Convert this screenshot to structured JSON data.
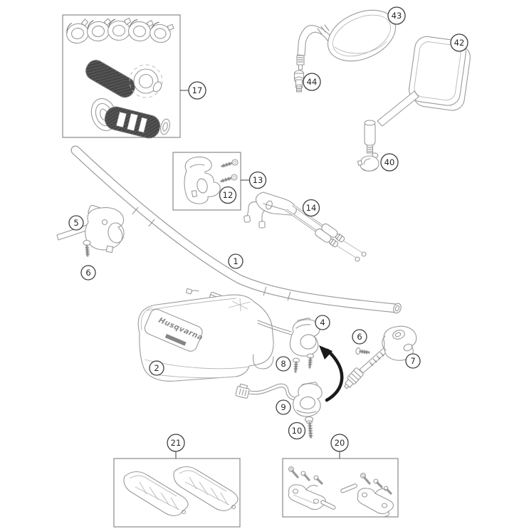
{
  "diagram": {
    "type": "exploded-parts-diagram",
    "subject": "handlebar-and-controls",
    "brand_logo_text": "Husqvarna",
    "colors": {
      "background": "#ffffff",
      "line": "#9a9a9a",
      "dark_line": "#6f6f6f",
      "box_border": "#8a8a8a",
      "callout_border": "#3f3f3f",
      "callout_text": "#262626",
      "grip_fill": "#474747",
      "arrow": "#1a1a1a",
      "logo_gray": "#8a8a8a"
    }
  },
  "callouts": [
    {
      "label": "1",
      "target": "handlebar"
    },
    {
      "label": "2",
      "target": "handlebar-pad"
    },
    {
      "label": "4",
      "target": "handlebar-switch-clamp"
    },
    {
      "label": "5",
      "target": "lever-switch"
    },
    {
      "label": "6",
      "target": "screw-left"
    },
    {
      "label": "6",
      "target": "screw-center"
    },
    {
      "label": "7",
      "target": "combination-switch"
    },
    {
      "label": "8",
      "target": "clamp-screws"
    },
    {
      "label": "9",
      "target": "map-select-switch"
    },
    {
      "label": "10",
      "target": "collar-bolt"
    },
    {
      "label": "12",
      "target": "throttle-housing"
    },
    {
      "label": "13",
      "target": "housing-screws"
    },
    {
      "label": "14",
      "target": "throttle-cable"
    },
    {
      "label": "17",
      "target": "grip-set"
    },
    {
      "label": "20",
      "target": "handguard-mounting-kit"
    },
    {
      "label": "21",
      "target": "handguard-pair"
    },
    {
      "label": "40",
      "target": "mirror-clamp"
    },
    {
      "label": "42",
      "target": "mirror-square"
    },
    {
      "label": "43",
      "target": "mirror-oval"
    },
    {
      "label": "44",
      "target": "mirror-adapter"
    }
  ]
}
